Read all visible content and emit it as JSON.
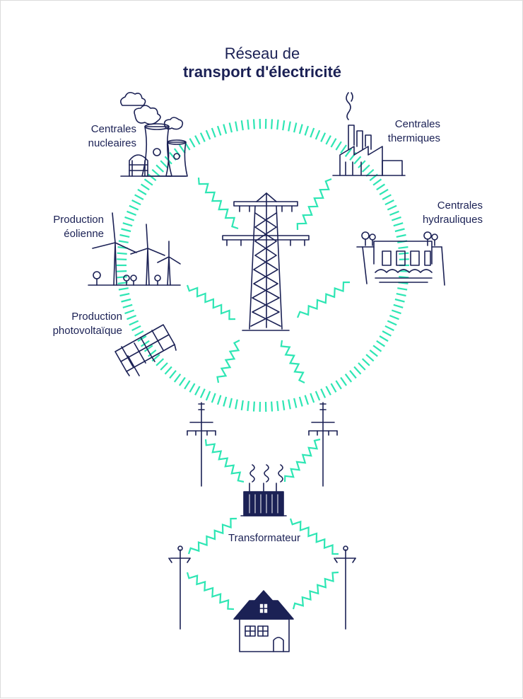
{
  "title": {
    "line1": "Réseau de",
    "line2": "transport d'électricité"
  },
  "labels": {
    "nuclear": [
      "Centrales",
      "nucleaires"
    ],
    "thermal": [
      "Centrales",
      "thermiques"
    ],
    "hydro": [
      "Centrales",
      "hydrauliques"
    ],
    "wind": [
      "Production",
      "éolienne"
    ],
    "solar": [
      "Production",
      "photovoltaïque"
    ],
    "transformer": "Transformateur"
  },
  "colors": {
    "ink": "#1b2155",
    "grid": "#2ee6b4"
  },
  "icons": [
    "nuclear-plant-icon",
    "thermal-plant-icon",
    "hydro-dam-icon",
    "wind-turbine-icon",
    "solar-panel-icon",
    "pylon-icon",
    "utility-pole-icon",
    "transformer-icon",
    "street-lamp-icon",
    "house-icon"
  ]
}
